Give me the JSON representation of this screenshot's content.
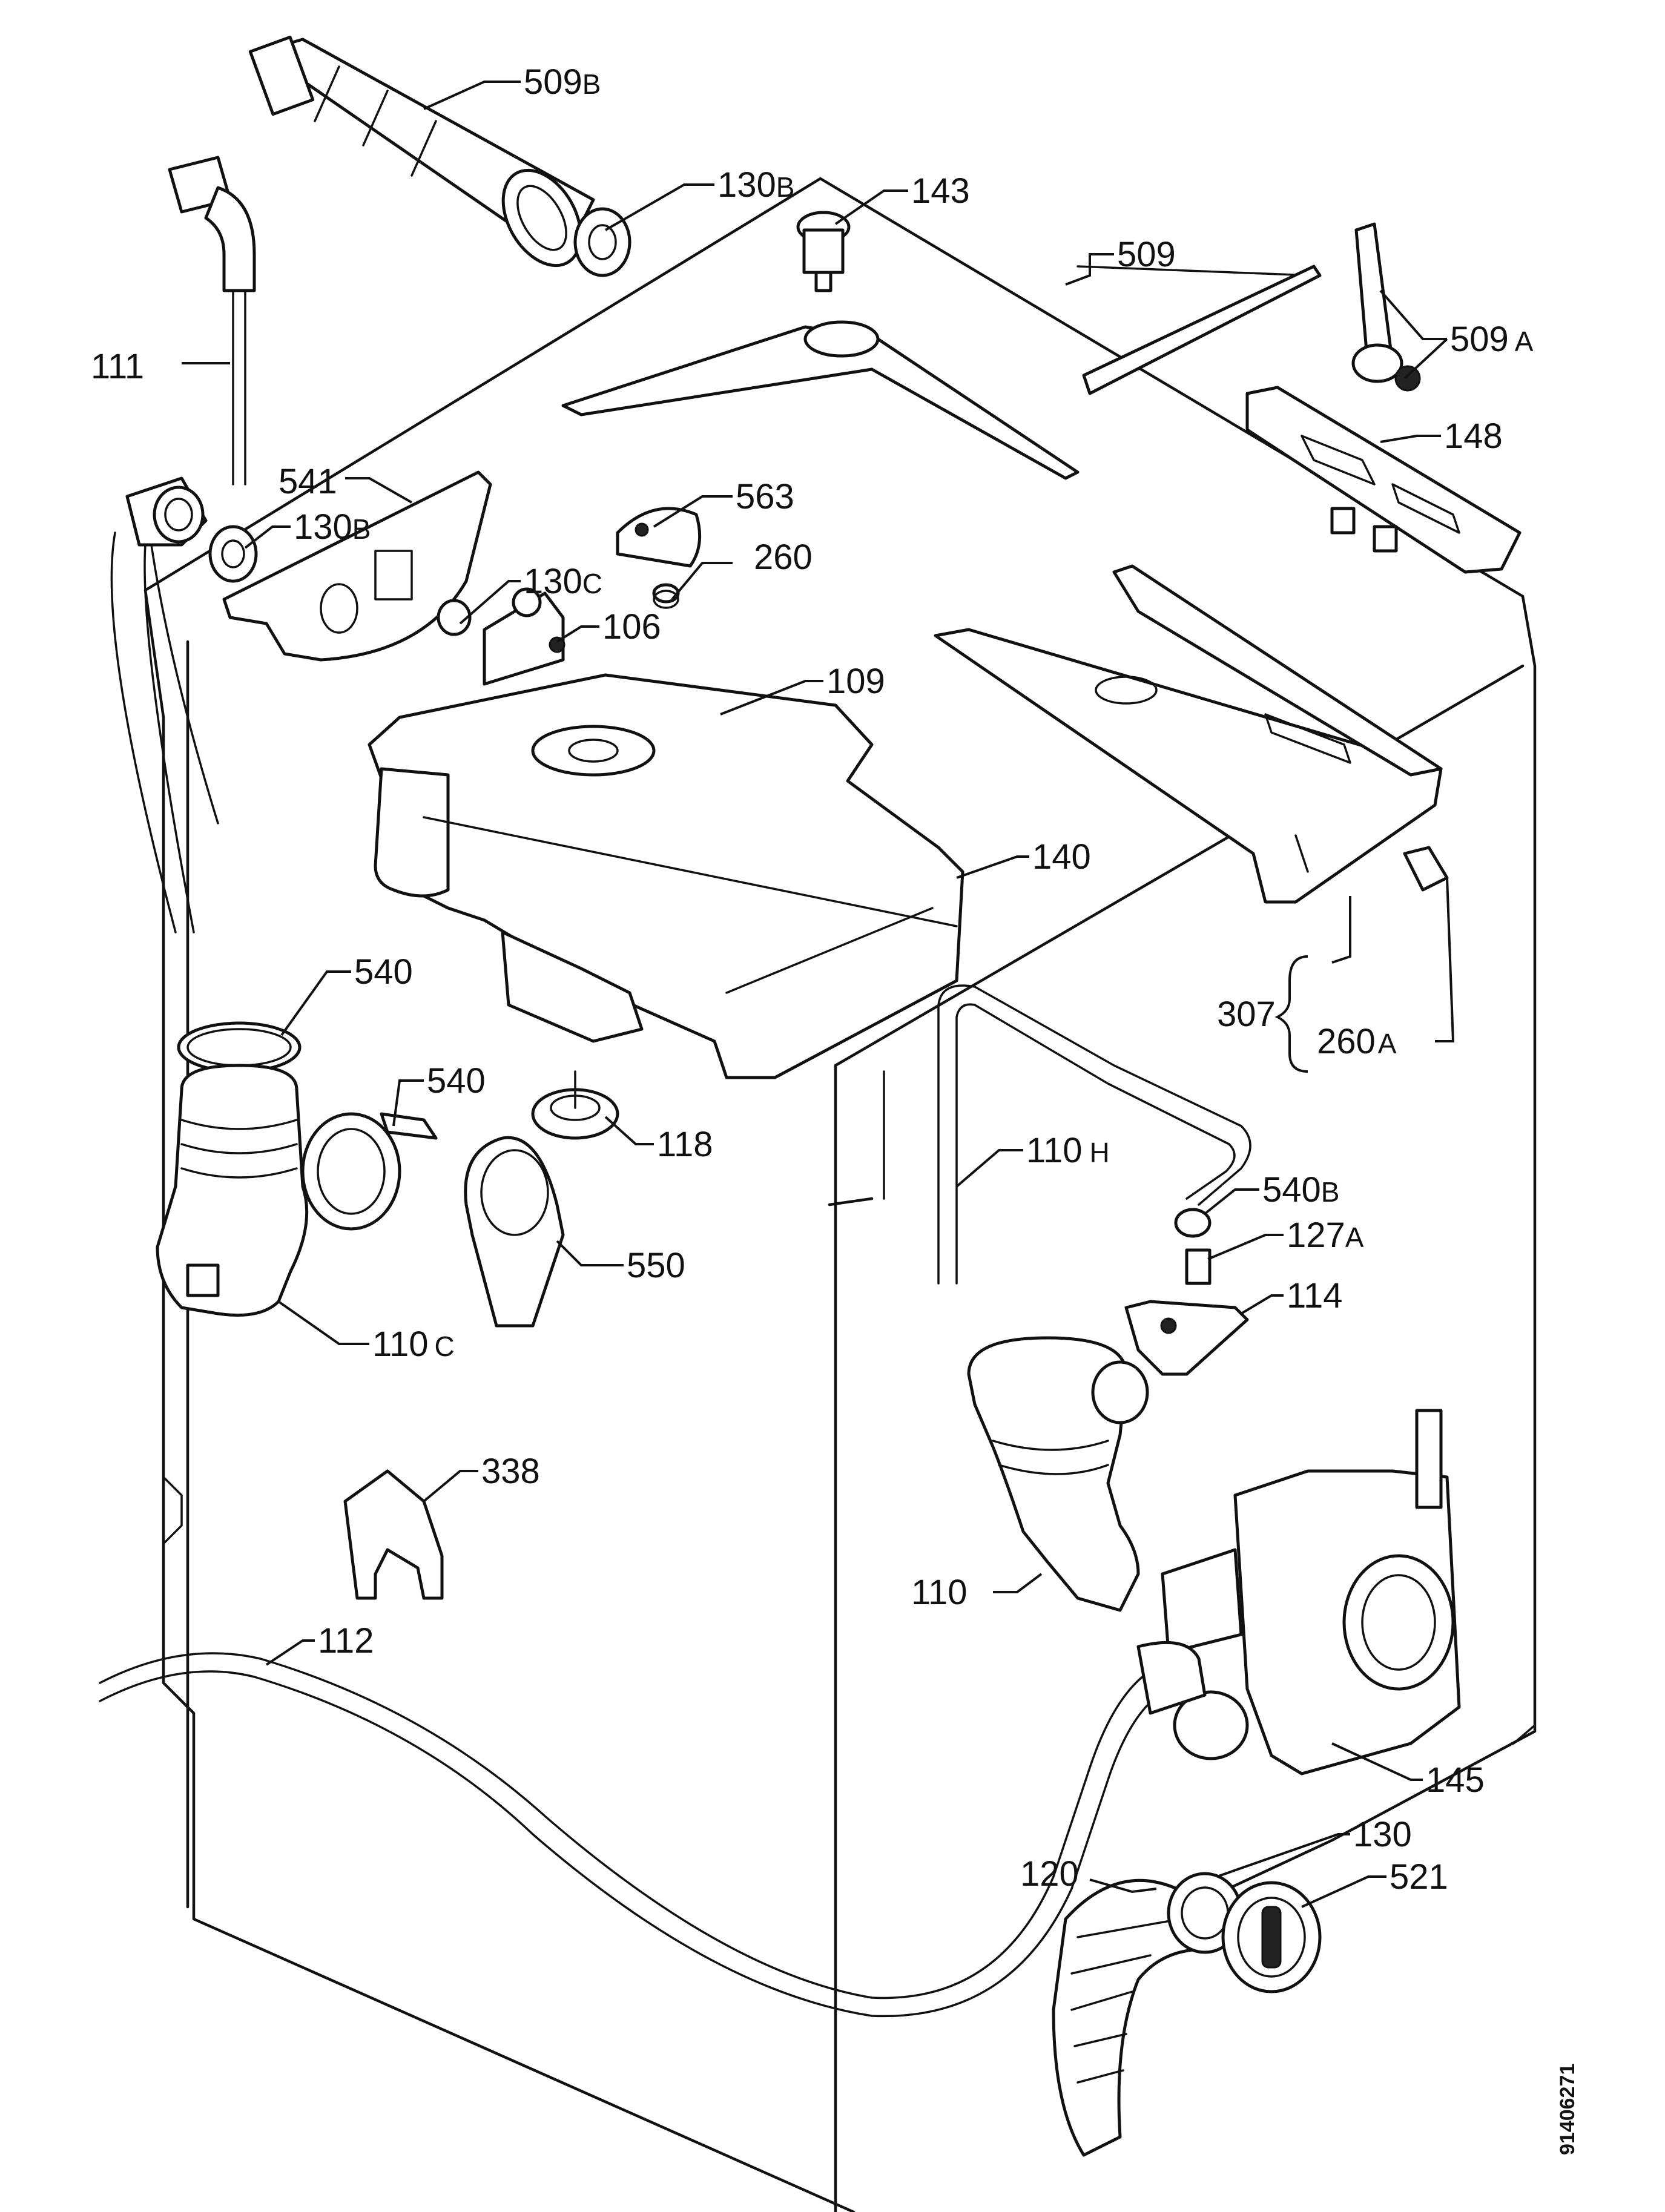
{
  "diagram": {
    "document_number": "91406271",
    "labels": [
      {
        "id": "509b",
        "num": "509",
        "suffix": "B"
      },
      {
        "id": "130b-top",
        "num": "130",
        "suffix": "B"
      },
      {
        "id": "143",
        "num": "143",
        "suffix": ""
      },
      {
        "id": "509",
        "num": "509",
        "suffix": ""
      },
      {
        "id": "509a",
        "num": "509",
        "suffix": "A"
      },
      {
        "id": "111",
        "num": "111",
        "suffix": ""
      },
      {
        "id": "148",
        "num": "148",
        "suffix": ""
      },
      {
        "id": "541",
        "num": "541",
        "suffix": ""
      },
      {
        "id": "563",
        "num": "563",
        "suffix": ""
      },
      {
        "id": "130b-left",
        "num": "130",
        "suffix": "B"
      },
      {
        "id": "130c",
        "num": "130",
        "suffix": "C"
      },
      {
        "id": "260",
        "num": "260",
        "suffix": ""
      },
      {
        "id": "106",
        "num": "106",
        "suffix": ""
      },
      {
        "id": "109",
        "num": "109",
        "suffix": ""
      },
      {
        "id": "140",
        "num": "140",
        "suffix": ""
      },
      {
        "id": "307",
        "num": "307",
        "suffix": ""
      },
      {
        "id": "260a",
        "num": "260",
        "suffix": "A"
      },
      {
        "id": "540-top",
        "num": "540",
        "suffix": ""
      },
      {
        "id": "540-mid",
        "num": "540",
        "suffix": ""
      },
      {
        "id": "118",
        "num": "118",
        "suffix": ""
      },
      {
        "id": "110h",
        "num": "110",
        "suffix": "H"
      },
      {
        "id": "540b",
        "num": "540",
        "suffix": "B"
      },
      {
        "id": "127a",
        "num": "127",
        "suffix": "A"
      },
      {
        "id": "550",
        "num": "550",
        "suffix": ""
      },
      {
        "id": "114",
        "num": "114",
        "suffix": ""
      },
      {
        "id": "110c",
        "num": "110",
        "suffix": "C"
      },
      {
        "id": "338",
        "num": "338",
        "suffix": ""
      },
      {
        "id": "110",
        "num": "110",
        "suffix": ""
      },
      {
        "id": "112",
        "num": "112",
        "suffix": ""
      },
      {
        "id": "145",
        "num": "145",
        "suffix": ""
      },
      {
        "id": "130",
        "num": "130",
        "suffix": ""
      },
      {
        "id": "120",
        "num": "120",
        "suffix": ""
      },
      {
        "id": "521",
        "num": "521",
        "suffix": ""
      }
    ]
  }
}
